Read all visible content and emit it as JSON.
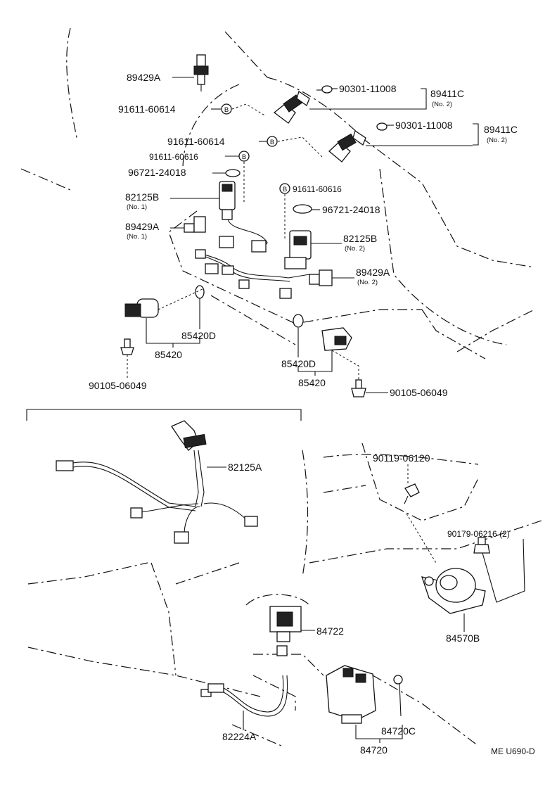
{
  "labels": {
    "p89429A_top": "89429A",
    "p90301_a": "90301-11008",
    "p89411C_a": "89411C",
    "p89411C_a_no": "(No. 2)",
    "p91611_60614_a": "91611-60614",
    "p90301_b": "90301-11008",
    "p89411C_b": "89411C",
    "p89411C_b_no": "(No. 2)",
    "p91611_60614_b": "91611-60614",
    "p91611_60616_a": "91611-60616",
    "p96721_a": "96721-24018",
    "p82125B_a": "82125B",
    "p82125B_a_no": "(No. 1)",
    "p91611_60616_b": "91611-60616",
    "p96721_b": "96721-24018",
    "p89429A_no1": "89429A",
    "p89429A_no1_no": "(No. 1)",
    "p82125B_b": "82125B",
    "p82125B_b_no": "(No. 2)",
    "p89429A_no2": "89429A",
    "p89429A_no2_no": "(No. 2)",
    "p85420D_a": "85420D",
    "p85420_a": "85420",
    "p90105_a": "90105-06049",
    "p85420D_b": "85420D",
    "p85420_b": "85420",
    "p90105_b": "90105-06049",
    "p82125A": "82125A",
    "p90119": "90119-06120",
    "p90179": "90179-06216 (2)",
    "p84570B": "84570B",
    "p84722": "84722",
    "p82224A": "82224A",
    "p84720C": "84720C",
    "p84720": "84720",
    "code": "ME U690-D"
  },
  "bolt_marker": "B"
}
